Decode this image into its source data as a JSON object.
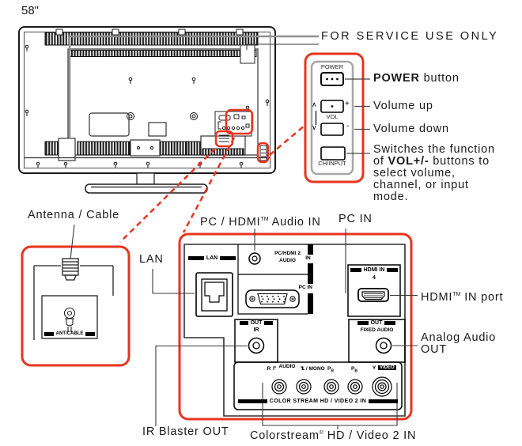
{
  "title_size": "58\"",
  "service": {
    "label": "FOR SERVICE USE ONLY"
  },
  "side_controls": {
    "power": "POWER",
    "vol": "VOL",
    "ch_input": "CH/INPUT",
    "up": "∧",
    "down": "∨",
    "plus": "+",
    "minus": "-"
  },
  "callouts": {
    "power_bold": "POWER",
    "power_rest": " button",
    "volume_up": "Volume up",
    "volume_down": "Volume down",
    "switch_l1": "Switches the function",
    "switch_l2a": "of ",
    "switch_l2b": "VOL+/-",
    "switch_l2c": " buttons to",
    "switch_l3": "select volume,",
    "switch_l4": "channel, or input",
    "switch_l5": "mode.",
    "antenna": "Antenna / Cable",
    "pc_hdmi_audio_a": "PC / HDMI",
    "pc_hdmi_audio_tm": "TM",
    "pc_hdmi_audio_b": " Audio IN",
    "pc_in": "PC IN",
    "lan": "LAN",
    "hdmi_a": "HDMI",
    "hdmi_tm": "TM",
    "hdmi_b": " IN port",
    "analog_l1": "Analog Audio",
    "analog_l2": "OUT",
    "ir_blaster": "IR Blaster OUT",
    "colorstream_a": "Colorstream",
    "colorstream_reg": "®",
    "colorstream_b": " HD / Video 2 IN"
  },
  "panel": {
    "lan_tag": "LAN",
    "audio_l1": "PC/HDMI 2",
    "audio_l2": "AUDIO",
    "in_tag": "IN",
    "pc_in_tag": "PC IN",
    "hdmi_tag": "HDMI IN",
    "hdmi_num": "4",
    "out_tag_ir": "OUT",
    "ir_tag": "IR",
    "out_tag_fixed": "OUT",
    "fixed_audio_tag": "FIXED AUDIO",
    "colorstream_tag": "COLOR STREAM HD / VIDEO 2 IN",
    "ant_cable_tag": "ANT/CABLE",
    "jack_r": "R",
    "jack_audio": "AUDIO",
    "jack_l_mono": "L / MONO",
    "jack_p": "P",
    "jack_sub_r": "R",
    "jack_sub_b": "B",
    "jack_y": "Y",
    "jack_video": "VIDEO"
  },
  "colors": {
    "highlight": "#e8341f",
    "panel_gray": "#a6a6a6",
    "line": "#1a1a1a"
  }
}
